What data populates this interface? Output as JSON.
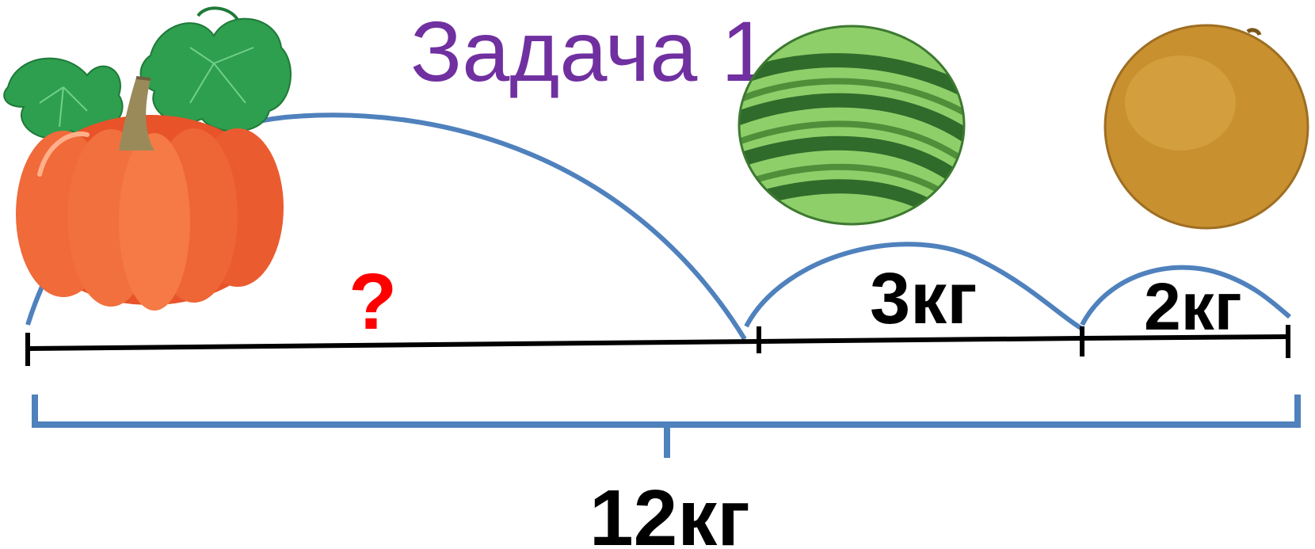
{
  "title": "Задача 1",
  "labels": {
    "unknown": "?",
    "watermelon_weight": "3кг",
    "melon_weight": "2кг",
    "total_weight": "12кг"
  },
  "items": [
    {
      "name": "pumpkin",
      "icon": "pumpkin-icon"
    },
    {
      "name": "watermelon",
      "icon": "watermelon-icon"
    },
    {
      "name": "melon",
      "icon": "melon-icon"
    }
  ],
  "colors": {
    "title": "#7030a0",
    "question": "#ff0000",
    "arc": "#4f81bd",
    "segment": "#000000",
    "pumpkin": "#e8532a",
    "leaf": "#2e9e4f",
    "watermelon_light": "#8fcf6a",
    "watermelon_dark": "#2f6b2a",
    "melon": "#c8902f"
  }
}
